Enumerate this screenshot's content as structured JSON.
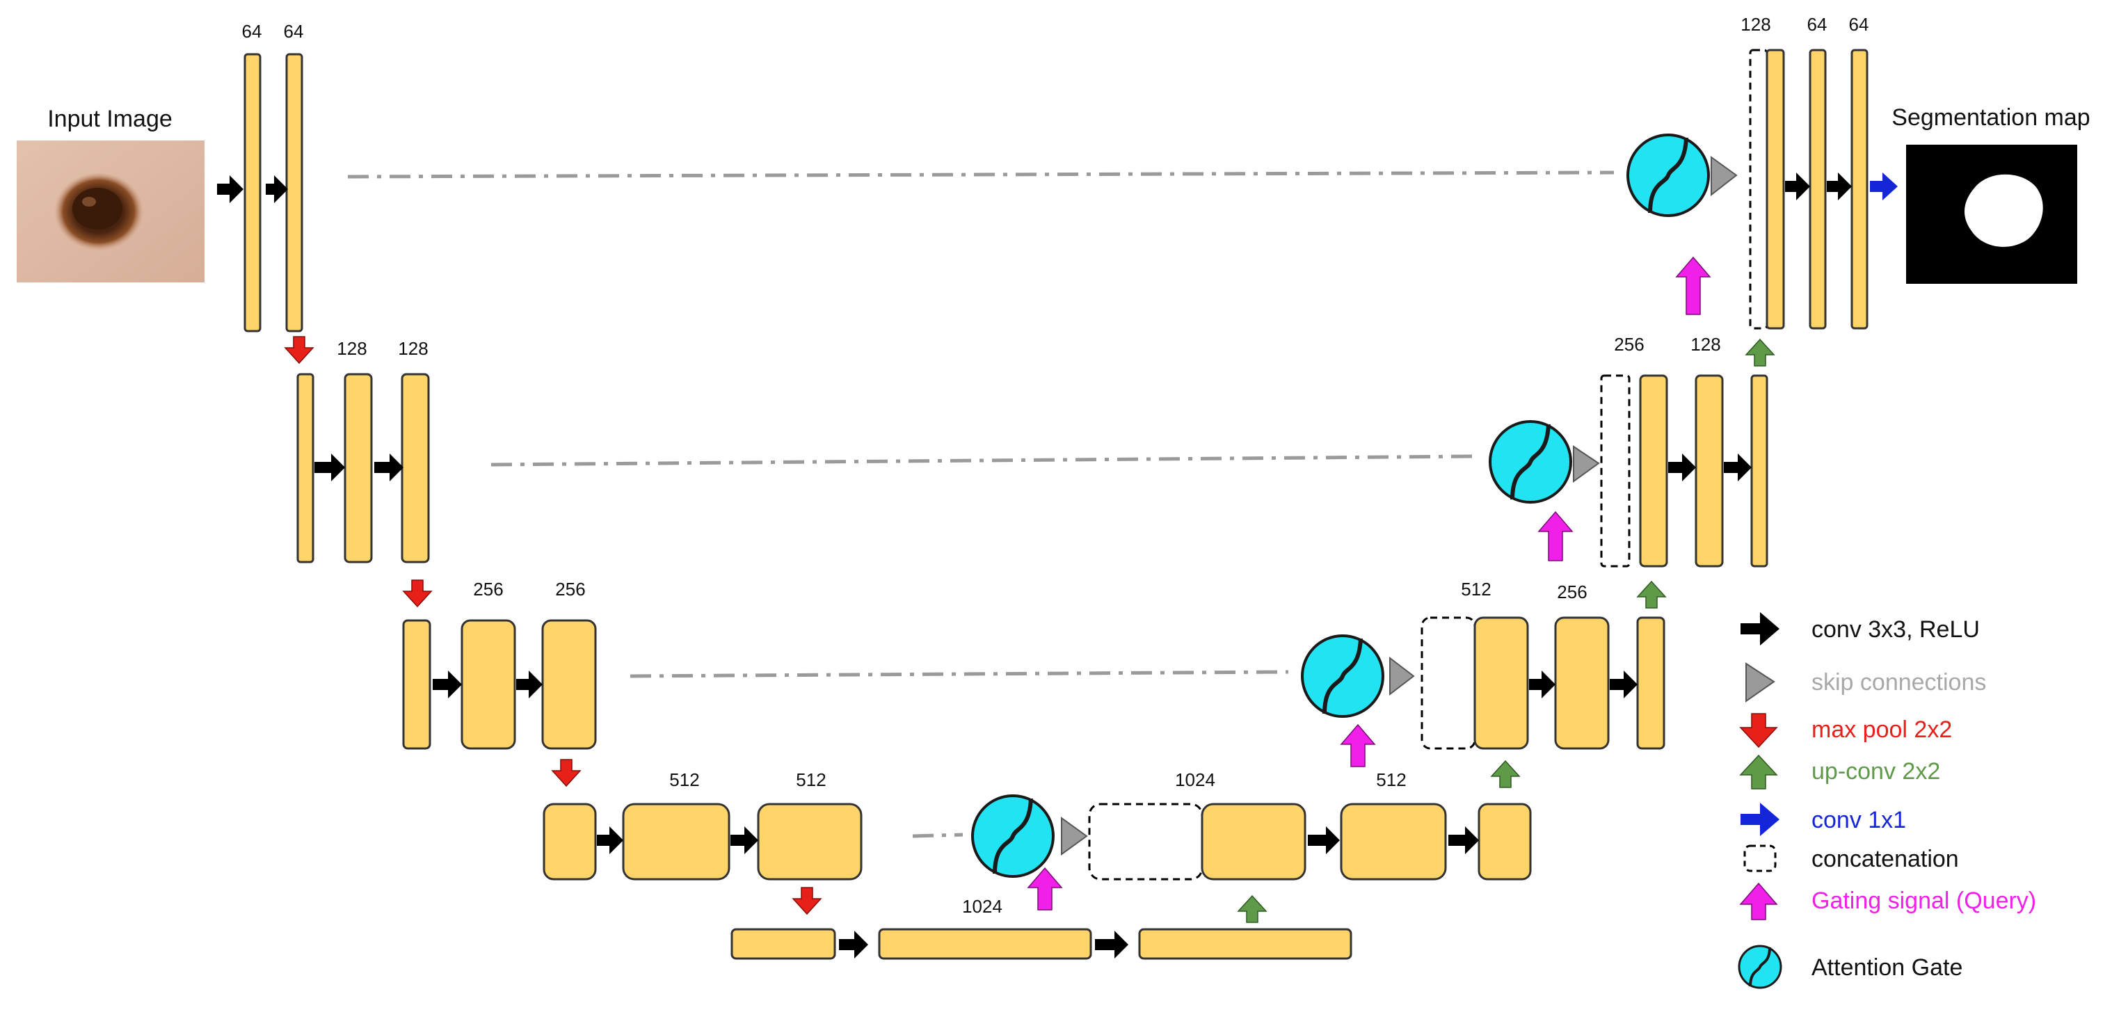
{
  "diagram": {
    "input_title": "Input Image",
    "output_title": "Segmentation map",
    "feature_labels": {
      "enc1_a": "64",
      "enc1_b": "64",
      "enc2_a": "128",
      "enc2_b": "128",
      "enc3_a": "256",
      "enc3_b": "256",
      "enc4_a": "512",
      "enc4_b": "512",
      "bottleneck": "1024",
      "dec4_concat": "1024",
      "dec4_up": "512",
      "dec3_concat": "512",
      "dec3_up": "256",
      "dec2_concat": "256",
      "dec2_up": "128",
      "dec1_concat": "128",
      "dec1_a": "64",
      "dec1_b": "64"
    }
  },
  "legend": {
    "conv": "conv 3x3, ReLU",
    "skip": "skip connections",
    "maxpool": "max pool 2x2",
    "upconv": "up-conv 2x2",
    "conv1x1": "conv 1x1",
    "concat": "concatenation",
    "gating": "Gating signal (Query)",
    "attention": "Attention Gate"
  },
  "colors": {
    "block_fill": "#FFD56A",
    "block_stroke": "#333333",
    "conv_arrow": "#000000",
    "skip": "#9A9A9A",
    "maxpool": "#E8201A",
    "upconv": "#5E9A48",
    "conv1x1": "#1426D8",
    "gating": "#F020E8",
    "attention_fill": "#22E3F2",
    "legend_skip_text": "#A8A8A8",
    "legend_maxpool_text": "#E8201A",
    "legend_upconv_text": "#5E9A48",
    "legend_conv1x1_text": "#1426D8",
    "legend_gating_text": "#F020E8"
  }
}
